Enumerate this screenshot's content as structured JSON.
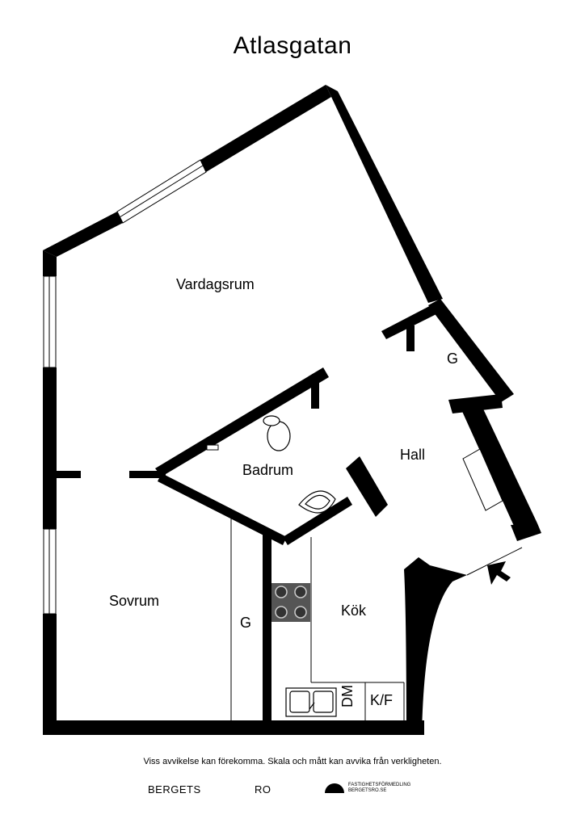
{
  "title": "Atlasgatan",
  "rooms": {
    "vardagsrum": "Vardagsrum",
    "badrum": "Badrum",
    "hall": "Hall",
    "sovrum": "Sovrum",
    "kok": "Kök",
    "garderob_hall": "G",
    "garderob_sovrum": "G",
    "dm": "DM",
    "kf": "K/F"
  },
  "footer": {
    "disclaimer": "Viss avvikelse kan förekomma. Skala och mått kan avvika från verkligheten.",
    "brand_left": "BERGETS",
    "brand_mid": "RO",
    "agency_line1": "FASTIGHETSFÖRMEDLING",
    "agency_line2": "BERGETSRO.SE"
  },
  "colors": {
    "wall": "#000000",
    "background": "#ffffff",
    "stove": "#555555"
  }
}
